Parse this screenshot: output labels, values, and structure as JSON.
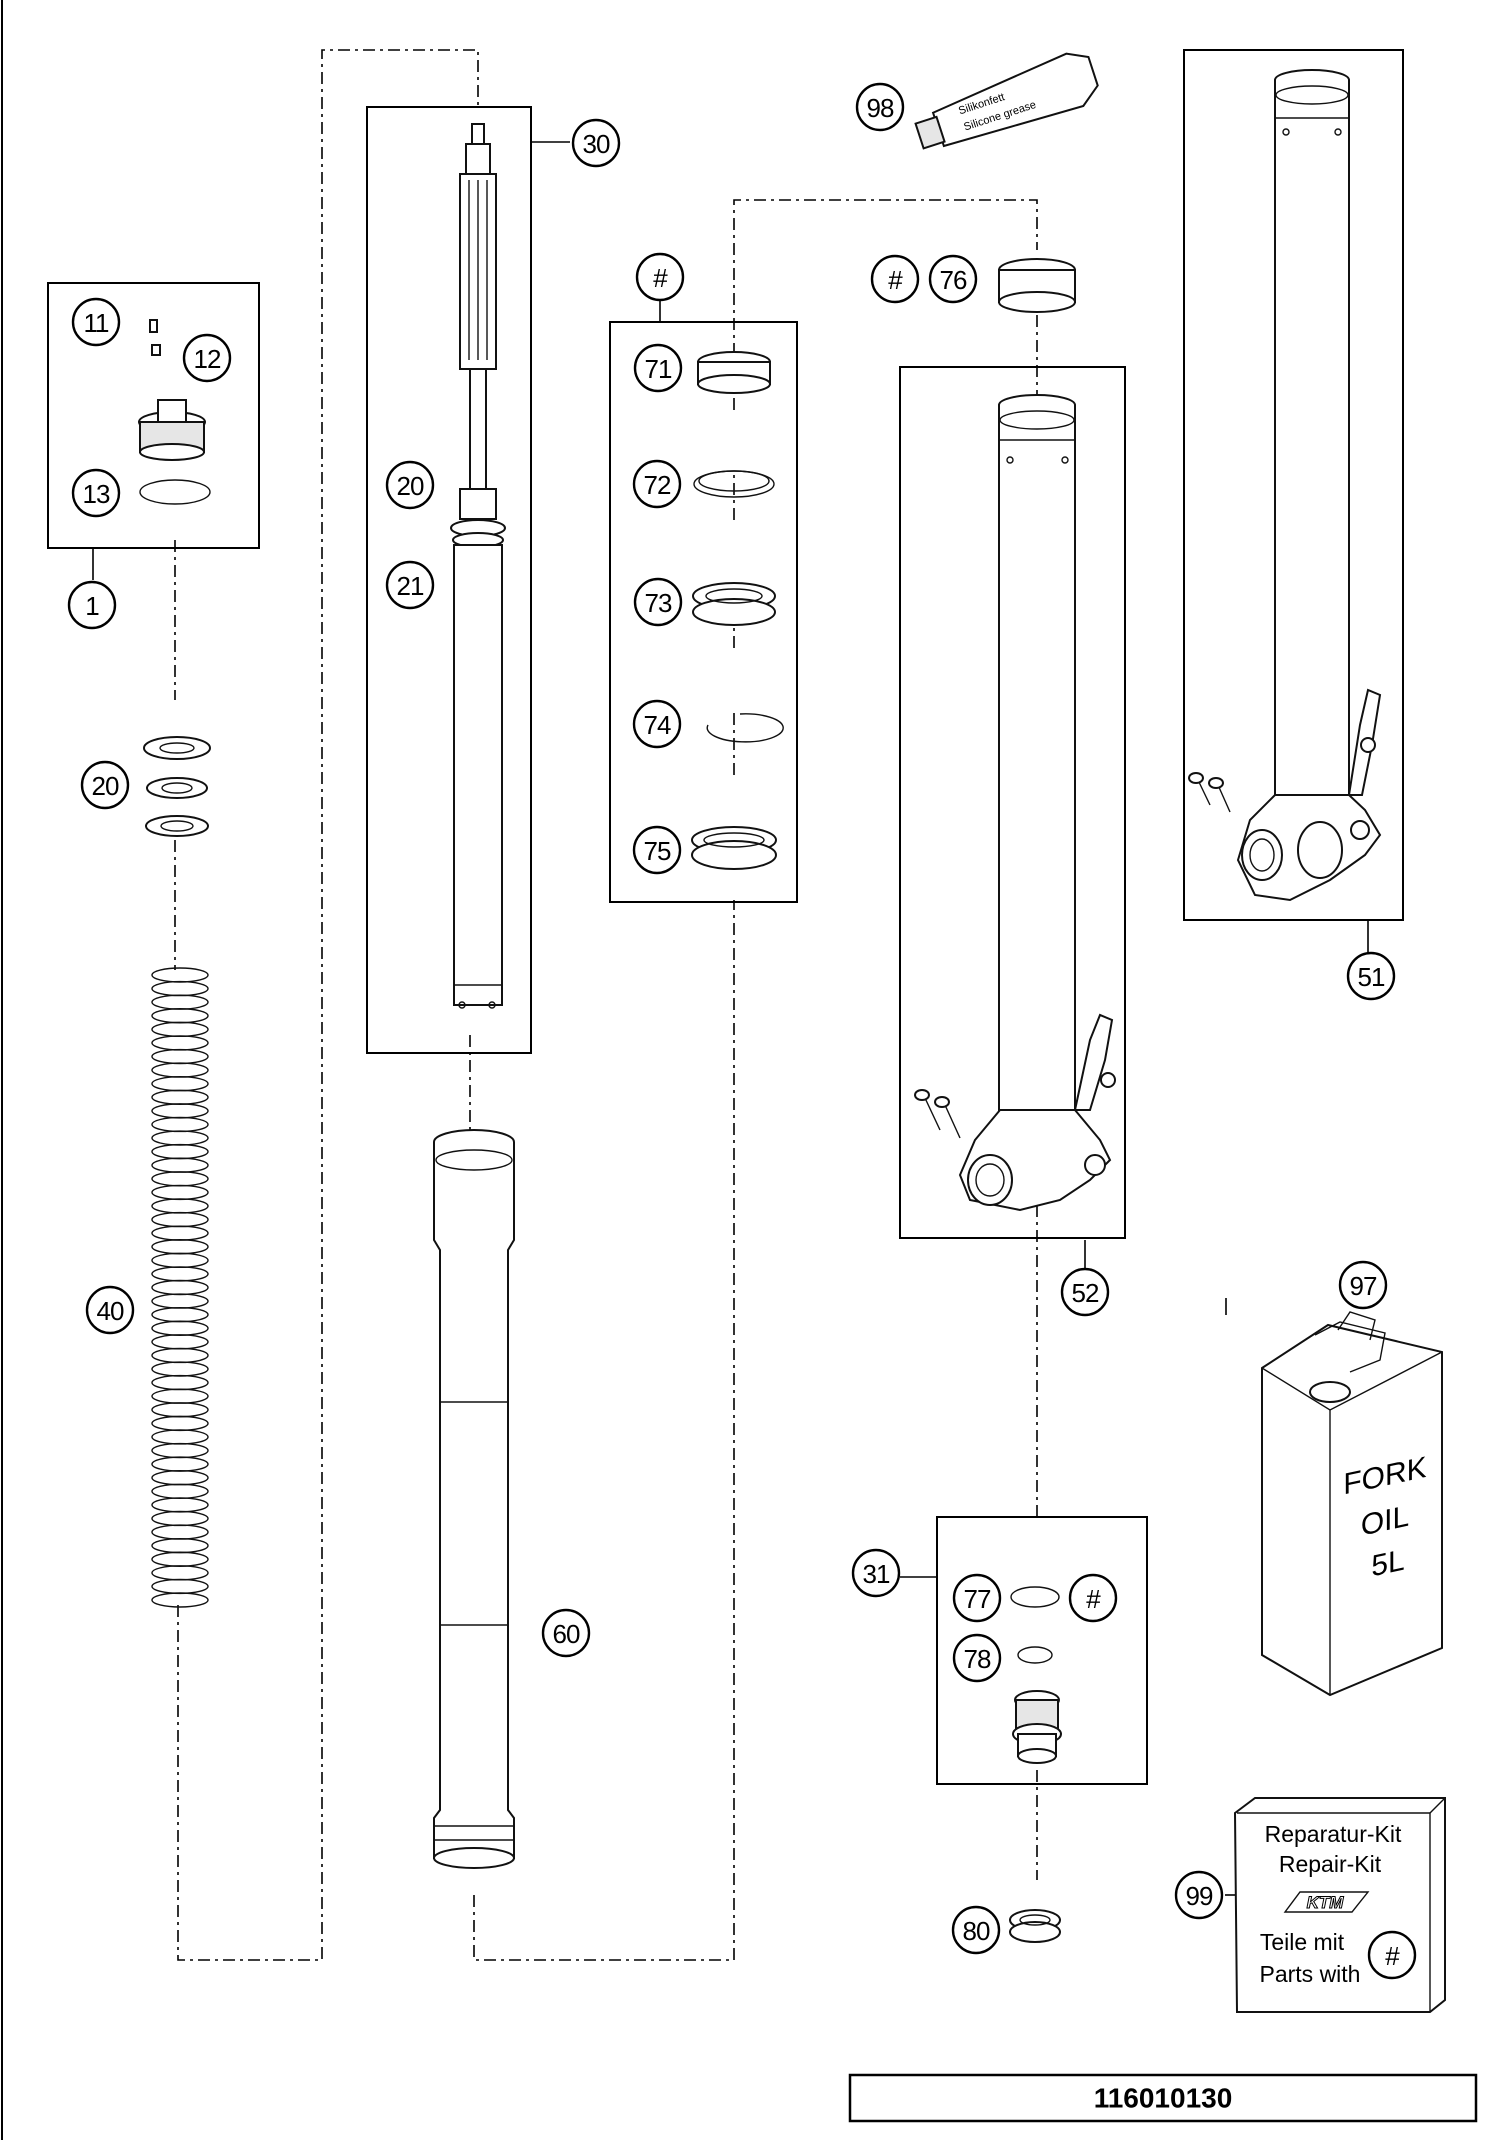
{
  "drawing_number": "116010130",
  "callouts": {
    "c1": "1",
    "c11": "11",
    "c12": "12",
    "c13": "13",
    "c20a": "20",
    "c20b": "20",
    "c21": "21",
    "c30": "30",
    "c40": "40",
    "c60": "60",
    "c31": "31",
    "c51": "51",
    "c52": "52",
    "c71": "71",
    "c72": "72",
    "c73": "73",
    "c74": "74",
    "c75": "75",
    "c76": "76",
    "c77": "77",
    "c78": "78",
    "c80": "80",
    "c97": "97",
    "c98": "98",
    "c99": "99",
    "hash_kit": "#",
    "hash_76": "#",
    "hash_77": "#",
    "hash_99": "#"
  },
  "fork_oil": {
    "line1": "FORK",
    "line2": "OIL",
    "line3": "5L"
  },
  "repair_kit": {
    "line1": "Reparatur-Kit",
    "line2": "Repair-Kit",
    "logo": "KTM",
    "line3": "Teile mit",
    "line4": "Parts with"
  },
  "grease_tube": {
    "line1": "Silikonfett",
    "line2": "Silicone grease"
  }
}
